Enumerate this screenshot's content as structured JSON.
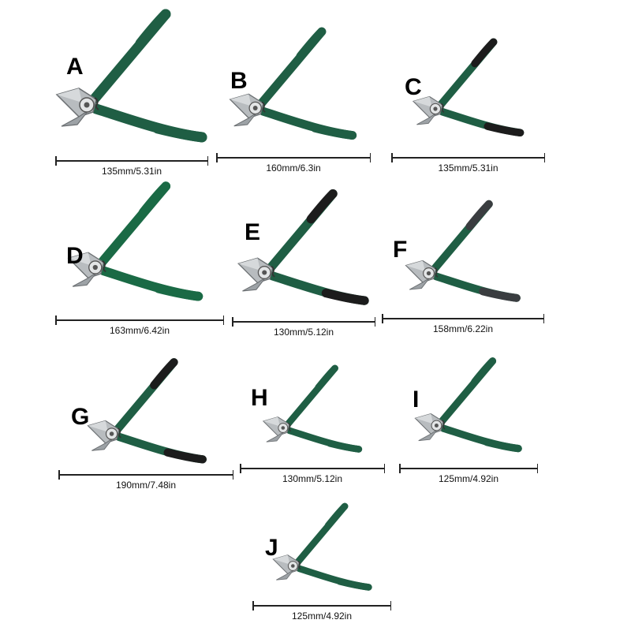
{
  "pliers": [
    {
      "letter": "A",
      "dimension": "135mm/5.31in",
      "handle_color": "#1f5e44",
      "tip_color": "#1f5e44"
    },
    {
      "letter": "B",
      "dimension": "160mm/6.3in",
      "handle_color": "#1f5e44",
      "tip_color": "#1f5e44"
    },
    {
      "letter": "C",
      "dimension": "135mm/5.31in",
      "handle_color": "#1f5e44",
      "tip_color": "#1c1c1c"
    },
    {
      "letter": "D",
      "dimension": "163mm/6.42in",
      "handle_color": "#1a6a45",
      "tip_color": "#1a6a45"
    },
    {
      "letter": "E",
      "dimension": "130mm/5.12in",
      "handle_color": "#1f5e44",
      "tip_color": "#1c1c1c"
    },
    {
      "letter": "F",
      "dimension": "158mm/6.22in",
      "handle_color": "#1f5e44",
      "tip_color": "#3a3d40"
    },
    {
      "letter": "G",
      "dimension": "190mm/7.48in",
      "handle_color": "#1f5e44",
      "tip_color": "#1c1c1c"
    },
    {
      "letter": "H",
      "dimension": "130mm/5.12in",
      "handle_color": "#1f5e44",
      "tip_color": "#1f5e44"
    },
    {
      "letter": "I",
      "dimension": "125mm/4.92in",
      "handle_color": "#1f5e44",
      "tip_color": "#1f5e44"
    },
    {
      "letter": "J",
      "dimension": "125mm/4.92in",
      "handle_color": "#1f5e44",
      "tip_color": "#1f5e44"
    }
  ]
}
